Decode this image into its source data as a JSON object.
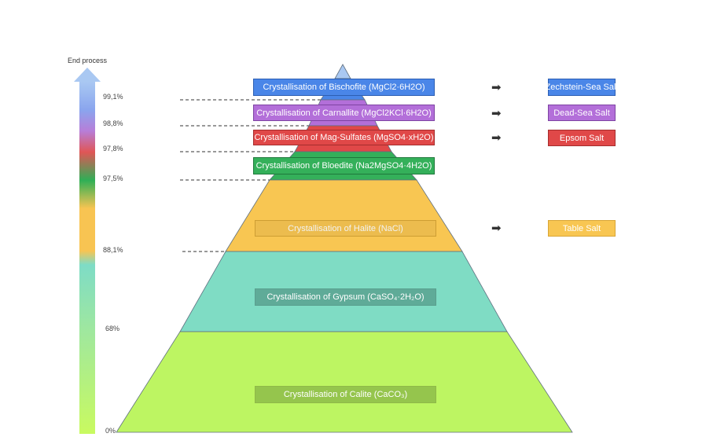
{
  "scale": {
    "title": "End process",
    "ticks": [
      "99,1%",
      "98,8%",
      "97,8%",
      "97,5%",
      "88,1%",
      "68%",
      "0%"
    ]
  },
  "stages": [
    {
      "label": "Crystallisation of Bischofite (MgCl2·6H2O)",
      "color": "#4a86e8",
      "product": "Zechstein-Sea Salt"
    },
    {
      "label": "Crystallisation of Carnallite (MgCl2KCl·6H2O)",
      "color": "#b36fd9",
      "product": "Dead-Sea Salt"
    },
    {
      "label": "Crystallisation of Mag-Sulfates (MgSO4·xH2O)",
      "color": "#e04848",
      "product": "Epsom Salt"
    },
    {
      "label": "Crystallisation of Bloedite (Na2MgSO4·4H2O)",
      "color": "#34b05a",
      "product": ""
    },
    {
      "label": "Crystallisation of Halite (NaCl)",
      "color": "#f8c652",
      "product": "Table Salt"
    },
    {
      "label": "Crystallisation of Gypsum (CaSO₄·2H₂O)",
      "color": "#7fdcc4",
      "product": ""
    },
    {
      "label": "Crystallisation of Calite (CaCO₃)",
      "color": "#bdf562",
      "product": ""
    }
  ]
}
